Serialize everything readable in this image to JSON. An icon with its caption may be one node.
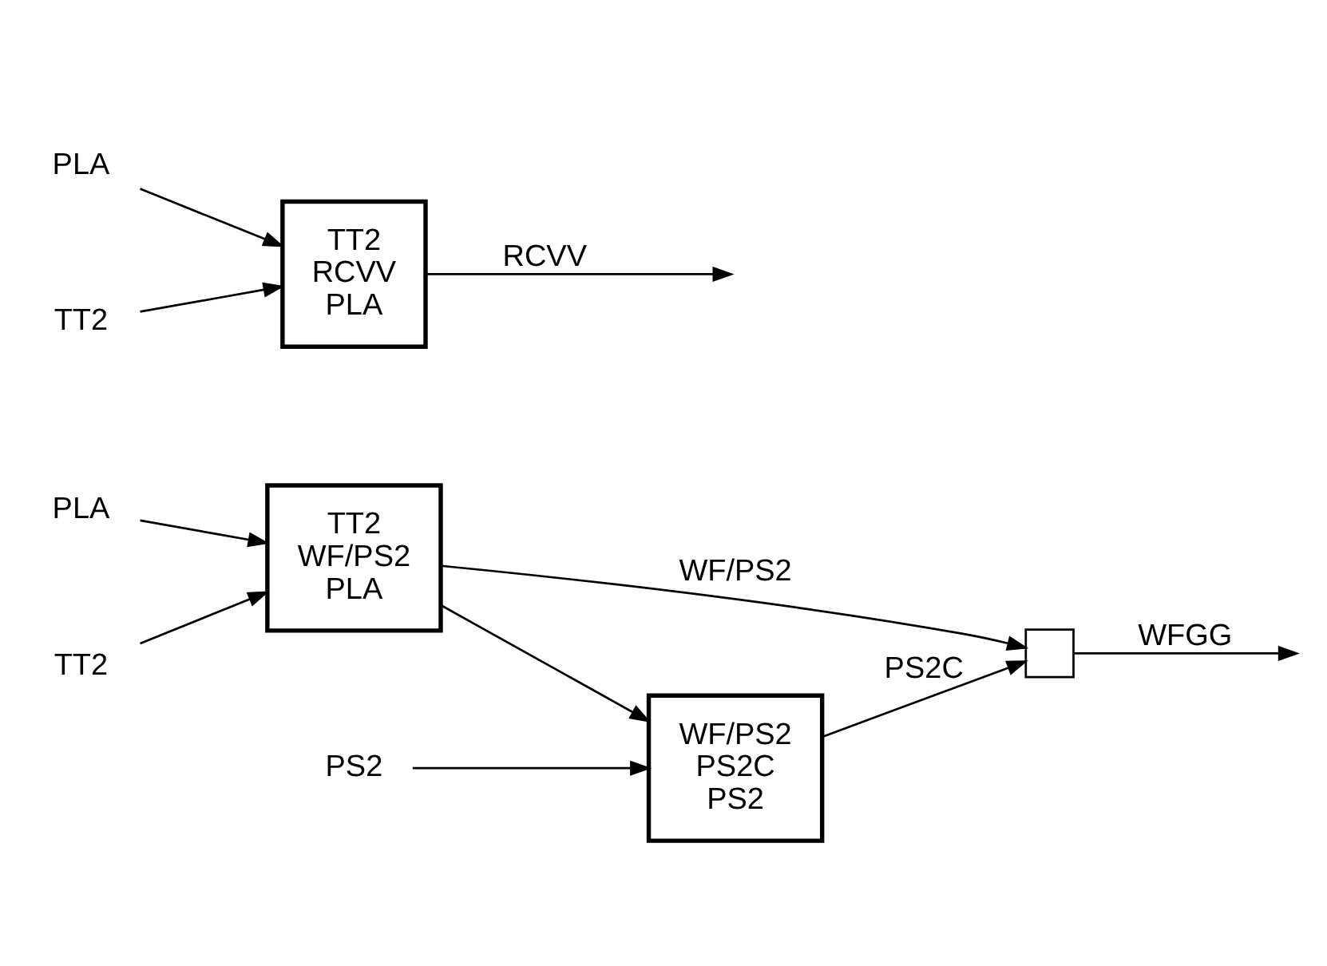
{
  "diagram": {
    "nodes": [
      {
        "text": [
          "PLA"
        ]
      },
      {
        "text": [
          "TT2"
        ]
      },
      {
        "text": [
          "TT2",
          "WF/PS2",
          "PLA"
        ]
      },
      {
        "text": [],
        "shape": "box"
      },
      {
        "text": [
          "PS2"
        ]
      },
      {
        "text": [
          "WF/PS2",
          "PS2C",
          "PS2"
        ]
      },
      {
        "text": [
          "PLA"
        ]
      },
      {
        "text": [
          "TT2"
        ]
      },
      {
        "text": [
          "TT2",
          "RCVV",
          "PLA"
        ]
      }
    ],
    "edges": [
      {
        "from": 0,
        "to": 2,
        "arrow": "to"
      },
      {
        "from": 1,
        "to": 2,
        "arrow": "to"
      },
      {
        "from": 2,
        "to": 3,
        "arrow": "to",
        "label": "WF/PS2"
      },
      {
        "from": 2,
        "to": 5,
        "arrow": "to"
      },
      {
        "from": 5,
        "to": 3,
        "arrow": "to",
        "label": "PS2C"
      },
      {
        "from": 3,
        "to": null,
        "arrow": "to",
        "label": "WFGG"
      },
      {
        "from": 4,
        "to": 5,
        "arrow": "to"
      },
      {
        "from": 6,
        "to": 8,
        "arrow": "to"
      },
      {
        "from": 7,
        "to": 8,
        "arrow": "to"
      },
      {
        "from": 8,
        "to": null,
        "arrow": "to",
        "label": "RCVV"
      }
    ]
  }
}
